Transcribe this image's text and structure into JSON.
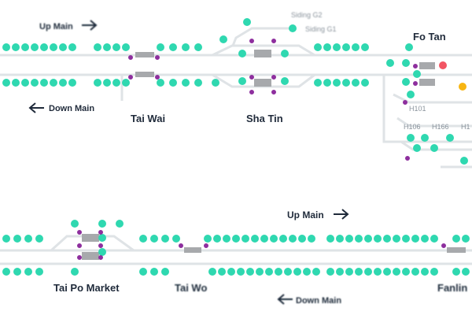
{
  "stations": {
    "tai_wai": "Tai Wai",
    "sha_tin": "Sha Tin",
    "fo_tan": "Fo Tan",
    "tai_po_market": "Tai Po Market",
    "tai_wo": "Tai Wo",
    "fanling": "Fanlin"
  },
  "directions": {
    "up_main_top": "Up Main",
    "down_main_top": "Down Main",
    "up_main_bottom": "Up Main",
    "down_main_bottom": "Down Main"
  },
  "sidings": {
    "g2": "Siding G2",
    "g1": "Siding G1"
  },
  "signals": {
    "h101": "H101",
    "h106": "H106",
    "h166": "H166",
    "h1": "H1"
  },
  "colors": {
    "track": "#dfe3e6",
    "occupied": "#2fd8b0",
    "platform": "#a7a9ac",
    "point_marker": "#8e2f9e",
    "red_signal": "#f25563",
    "amber_signal": "#f7b512",
    "label": "#1f2a3a"
  }
}
